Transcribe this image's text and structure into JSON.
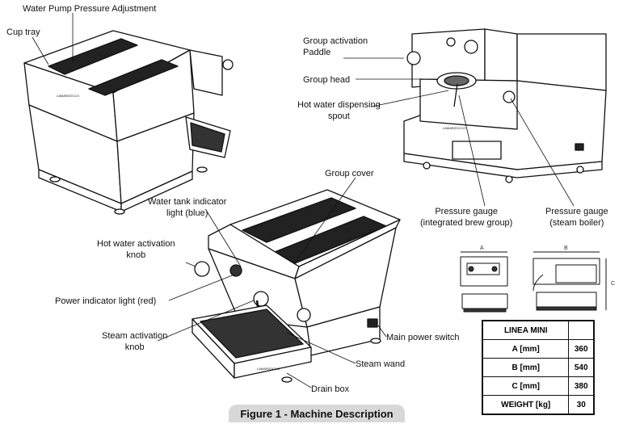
{
  "labels": {
    "water_pump": "Water Pump Pressure Adjustment",
    "cup_tray": "Cup tray",
    "group_paddle": "Group activation\nPaddle",
    "group_head": "Group head",
    "hot_water_spout": "Hot water dispensing\nspout",
    "group_cover": "Group cover",
    "tank_light": "Water tank indicator\nlight (blue)",
    "hot_water_knob": "Hot water activation\nknob",
    "power_light": "Power indicator light (red)",
    "steam_knob": "Steam activation\nknob",
    "pressure_brew": "Pressure gauge\n(integrated brew group)",
    "pressure_steam": "Pressure gauge\n(steam boiler)",
    "main_switch": "Main power switch",
    "steam_wand": "Steam wand",
    "drain_box": "Drain box"
  },
  "dims": {
    "a": "A",
    "b": "B",
    "c": "C"
  },
  "table": {
    "header": "LINEA MINI",
    "rows": [
      {
        "k": "A [mm]",
        "v": "360"
      },
      {
        "k": "B [mm]",
        "v": "540"
      },
      {
        "k": "C [mm]",
        "v": "380"
      },
      {
        "k": "WEIGHT [kg]",
        "v": "30"
      }
    ]
  },
  "caption": "Figure 1 - Machine Description"
}
